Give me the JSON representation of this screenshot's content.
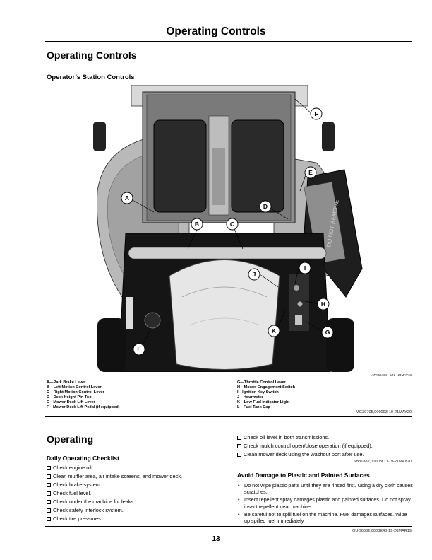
{
  "header": {
    "title": "Operating Controls"
  },
  "section": {
    "title": "Operating Controls",
    "subtitle": "Operator’s Station Controls"
  },
  "figure": {
    "callouts": [
      "A",
      "B",
      "C",
      "D",
      "E",
      "F",
      "G",
      "H",
      "I",
      "J",
      "K",
      "L"
    ],
    "decal_text": "DO NOT REMOVE",
    "figure_id": "APY56464—UN—24MAY18",
    "legend_left": [
      "A—Park Brake Lever",
      "B—Left Motion Control Lever",
      "C—Right Motion Control Lever",
      "D—Deck Height Pin Tool",
      "E—Mower Deck Lift Lever",
      "F—Mower Deck Lift Pedal (if equipped)"
    ],
    "legend_right": [
      "G—Throttle Control Lever",
      "H—Mower Engagement Switch",
      "I—Ignition Key Switch",
      "J—Hourmeter",
      "K—Low Fuel Indicator Light",
      "L—Fuel Tank Cap"
    ],
    "ref_code": "MG39705,000093-19-21MAY20"
  },
  "operating": {
    "title": "Operating",
    "checklist_title": "Daily Operating Checklist",
    "checklist": [
      "Check engine oil.",
      "Clean muffler area, air intake screens, and mower deck.",
      "Check brake system.",
      "Check fuel level.",
      "Check under the machine for leaks.",
      "Check safety interlock system.",
      "Check tire pressures."
    ],
    "checklist_cont": [
      "Check oil level in both transmissions.",
      "Check mulch control open/close operation (if equipped).",
      "Clean mower deck using the washout port after use."
    ],
    "ref_code": "SB31882,00003CD-19-21MAY20"
  },
  "avoid": {
    "title": "Avoid Damage to Plastic and Painted Surfaces",
    "bullets": [
      "Do not wipe plastic parts until they are rinsed first. Using a dry cloth causes scratches.",
      "Insect repellent spray damages plastic and painted surfaces. Do not spray insect repellent near machine.",
      "Be careful not to spill fuel on the machine. Fuel damages surfaces. Wipe up spilled fuel immediately."
    ],
    "bullet_glyph": "•",
    "ref_code": "OUO6032,0000E43-19-20MAR19"
  },
  "footer": {
    "page_number": "13"
  }
}
